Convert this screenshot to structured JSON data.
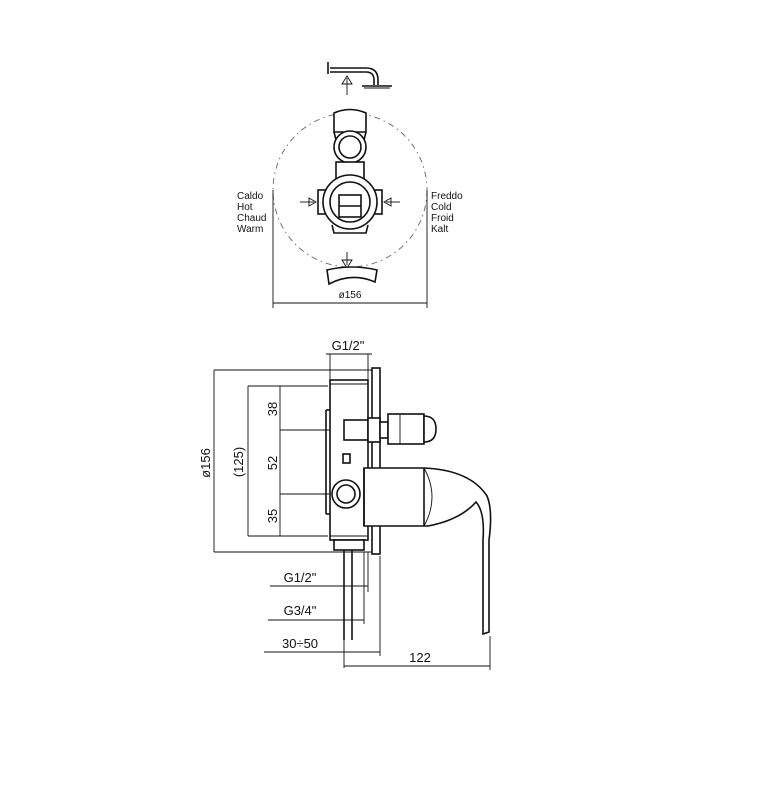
{
  "top_view": {
    "left_labels": [
      "Caldo",
      "Hot",
      "Chaud",
      "Warm"
    ],
    "right_labels": [
      "Freddo",
      "Cold",
      "Froid",
      "Kalt"
    ],
    "diameter_label": "ø156"
  },
  "side_view": {
    "inlet_top_label": "G1/2\"",
    "diameter_label": "ø156",
    "body_height_label": "(125)",
    "dim_top": "38",
    "dim_mid": "52",
    "dim_bottom": "35",
    "outlet_label_1": "G1/2\"",
    "outlet_label_2": "G3/4\"",
    "depth_label": "30÷50",
    "handle_length_label": "122"
  }
}
